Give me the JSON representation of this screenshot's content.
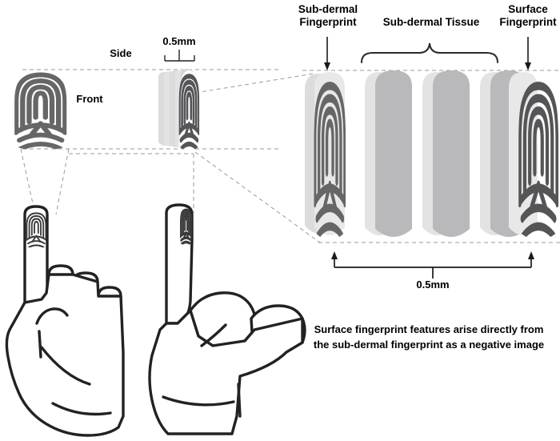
{
  "figure": {
    "title": "Sub-dermal and surface fingerprint cross-section diagram",
    "labels": {
      "subdermal_fingerprint": "Sub-dermal\nFingerprint",
      "subdermal_fingerprint_line1": "Sub-dermal",
      "subdermal_fingerprint_line2": "Fingerprint",
      "subdermal_tissue": "Sub-dermal Tissue",
      "surface_fingerprint_line1": "Surface",
      "surface_fingerprint_line2": "Fingerprint",
      "front": "Front",
      "side": "Side",
      "scale_top": "0.5mm",
      "scale_bottom": "0.5mm"
    },
    "caption_line1": "Surface fingerprint features arise directly from",
    "caption_line2": "the sub-dermal fingerprint as a negative image",
    "colors": {
      "ridge_gray": "#666666",
      "ridge_dark": "#555558",
      "tissue_face": "#b9b9bc",
      "tissue_edge": "#e3e3e4",
      "slice_edge_light": "#dcdcdd",
      "outline_black": "#222222",
      "dash_gray": "#9a9a9a",
      "background": "#ffffff"
    },
    "slices": [
      {
        "name": "sub-dermal-fingerprint-slice",
        "kind": "fingerprint",
        "shade": "#666666"
      },
      {
        "name": "tissue-slice-1",
        "kind": "tissue",
        "shade": "#b9b9bc"
      },
      {
        "name": "tissue-slice-2",
        "kind": "tissue",
        "shade": "#b9b9bc"
      },
      {
        "name": "tissue-slice-3",
        "kind": "tissue",
        "shade": "#b9b9bc"
      },
      {
        "name": "surface-fingerprint-slice",
        "kind": "fingerprint",
        "shade": "#555558"
      }
    ],
    "hands": [
      {
        "name": "hand-front-view",
        "view": "Front"
      },
      {
        "name": "hand-side-view",
        "view": "Side"
      }
    ]
  }
}
